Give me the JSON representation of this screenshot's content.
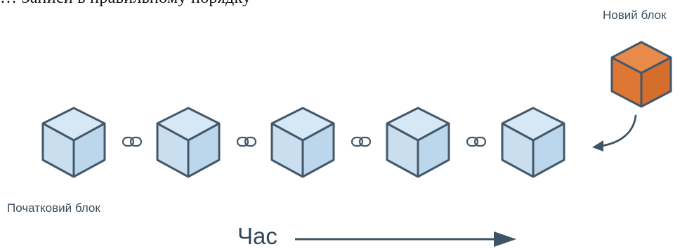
{
  "top_text": "… Записи в правильному порядку",
  "labels": {
    "new_block": "Новий блок",
    "genesis_block": "Початковий блок",
    "time": "Час"
  },
  "colors": {
    "block_fill": "#d6e8f5",
    "block_stroke": "#44586a",
    "new_block_fill": "#e07a3a",
    "arrow": "#3f5566",
    "link_icon": "#44586a"
  },
  "chain": {
    "block_count": 5,
    "link_count": 4
  }
}
